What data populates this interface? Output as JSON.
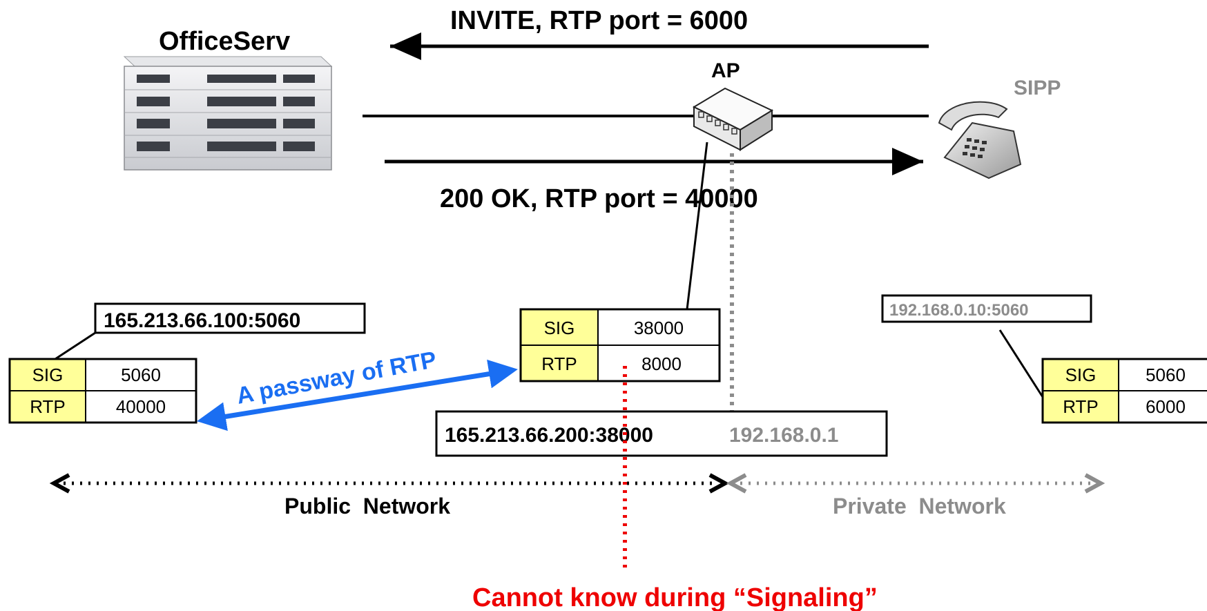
{
  "devices": {
    "server": {
      "label": "OfficeServ",
      "icon": "pbx-server-icon"
    },
    "ap": {
      "label": "AP",
      "icon": "access-point-router-icon"
    },
    "phone": {
      "label": "SIPP",
      "icon": "sip-phone-icon"
    }
  },
  "messages": {
    "invite": "INVITE, RTP port = 6000",
    "ok": "200 OK, RTP port = 40000"
  },
  "tables": {
    "server": {
      "address": "165.213.66.100:5060",
      "rows": [
        {
          "key": "SIG",
          "value": "5060"
        },
        {
          "key": "RTP",
          "value": "40000"
        }
      ]
    },
    "ap": {
      "public_address": "165.213.66.200:38000",
      "private_address": "192.168.0.1",
      "rows": [
        {
          "key": "SIG",
          "value": "38000"
        },
        {
          "key": "RTP",
          "value": "8000"
        }
      ]
    },
    "phone": {
      "address": "192.168.0.10:5060",
      "rows": [
        {
          "key": "SIG",
          "value": "5060"
        },
        {
          "key": "RTP",
          "value": "6000"
        }
      ]
    }
  },
  "rtp_path": {
    "label": "A passway of RTP",
    "color": "#1a6ef2"
  },
  "networks": {
    "public": "Public  Network",
    "private": "Private  Network"
  },
  "note": {
    "text": "Cannot know during “Signaling”",
    "color": "#ee0000"
  },
  "colors": {
    "gray": "#8c8c8c",
    "yellow_cell": "#ffff99"
  }
}
